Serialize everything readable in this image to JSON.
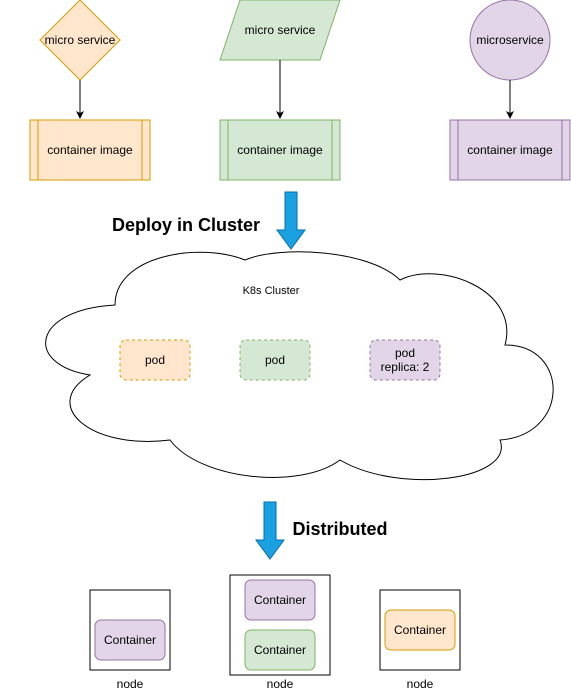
{
  "top_shapes": [
    {
      "label": "micro service",
      "shape": "diamond",
      "fill": "#ffe6cc",
      "stroke": "#d79b00"
    },
    {
      "label": "micro service",
      "shape": "parallelogram",
      "fill": "#d5e8d4",
      "stroke": "#82b366"
    },
    {
      "label": "microservice",
      "shape": "circle",
      "fill": "#e1d5e7",
      "stroke": "#9673a6"
    }
  ],
  "container_images": [
    {
      "label": "container image",
      "fill": "#ffe6cc",
      "stroke": "#d79b00"
    },
    {
      "label": "container image",
      "fill": "#d5e8d4",
      "stroke": "#82b366"
    },
    {
      "label": "container image",
      "fill": "#e1d5e7",
      "stroke": "#9673a6"
    }
  ],
  "deploy_label": "Deploy in Cluster",
  "cluster": {
    "label": "K8s Cluster",
    "pods": [
      {
        "line1": "pod",
        "line2": "",
        "fill": "#ffe6cc",
        "stroke": "#d79b00"
      },
      {
        "line1": "pod",
        "line2": "",
        "fill": "#d5e8d4",
        "stroke": "#82b366"
      },
      {
        "line1": "pod",
        "line2": "replica: 2",
        "fill": "#e1d5e7",
        "stroke": "#9673a6"
      }
    ]
  },
  "distributed_label": "Distributed",
  "nodes": [
    {
      "label": "node",
      "containers": [
        {
          "label": "Container",
          "fill": "#e1d5e7",
          "stroke": "#9673a6"
        }
      ]
    },
    {
      "label": "node",
      "containers": [
        {
          "label": "Container",
          "fill": "#e1d5e7",
          "stroke": "#9673a6"
        },
        {
          "label": "Container",
          "fill": "#d5e8d4",
          "stroke": "#82b366"
        }
      ]
    },
    {
      "label": "node",
      "containers": [
        {
          "label": "Container",
          "fill": "#ffe6cc",
          "stroke": "#d79b00"
        }
      ]
    }
  ],
  "colors": {
    "big_arrow": "#1ba1e2",
    "big_arrow_stroke": "#006eaf",
    "line": "#000000"
  }
}
